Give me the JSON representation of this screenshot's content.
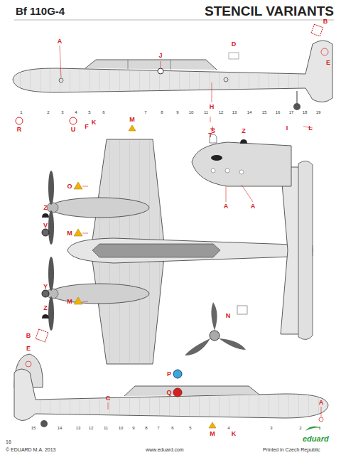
{
  "diagram": {
    "title": "STENCIL VARIANTS",
    "labels": [
      "Bf 110G-4",
      "A",
      "J",
      "D",
      "B",
      "E",
      "1",
      "2",
      "3",
      "4",
      "5",
      "6",
      "7",
      "8",
      "9",
      "10",
      "11",
      "12",
      "13",
      "14",
      "15",
      "16",
      "17",
      "18",
      "19",
      "H",
      "T",
      "K",
      "M",
      "R",
      "U",
      "F",
      "I",
      "L",
      "S",
      "Z",
      "O",
      "Z",
      "V",
      "M",
      "A",
      "A",
      "Y",
      "Z",
      "M",
      "B",
      "N",
      "E",
      "P",
      "Q",
      "C",
      "A",
      "15",
      "14",
      "13",
      "12",
      "11",
      "10",
      "9",
      "8",
      "7",
      "6",
      "5",
      "4",
      "3",
      "2",
      "1",
      "M",
      "K",
      "16",
      "© EDUARD M.A. 2013",
      "www.eduard.com",
      "Printed in Czech Republic",
      "eduard"
    ]
  }
}
